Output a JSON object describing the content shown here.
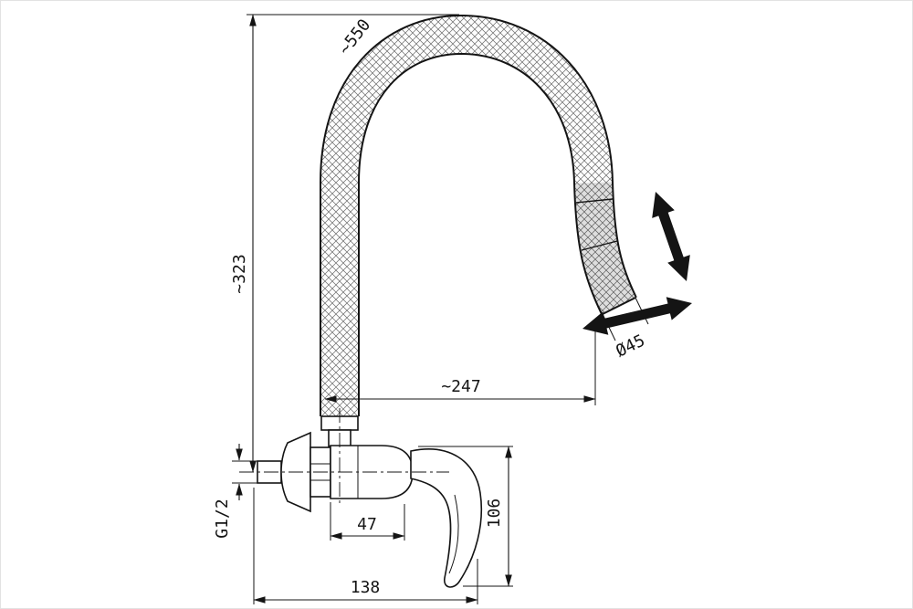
{
  "colors": {
    "line": "#1a1a1a",
    "background": "#ffffff"
  },
  "labels": {
    "spout_hose_length": "~550",
    "mount_to_spout_top_height": "~323",
    "spout_reach": "~247",
    "spout_end_diameter": "Ø45",
    "inlet_thread": "G1/2",
    "spout_axis_offset": "47",
    "handle_drop_height": "106",
    "overall_projection": "138"
  }
}
